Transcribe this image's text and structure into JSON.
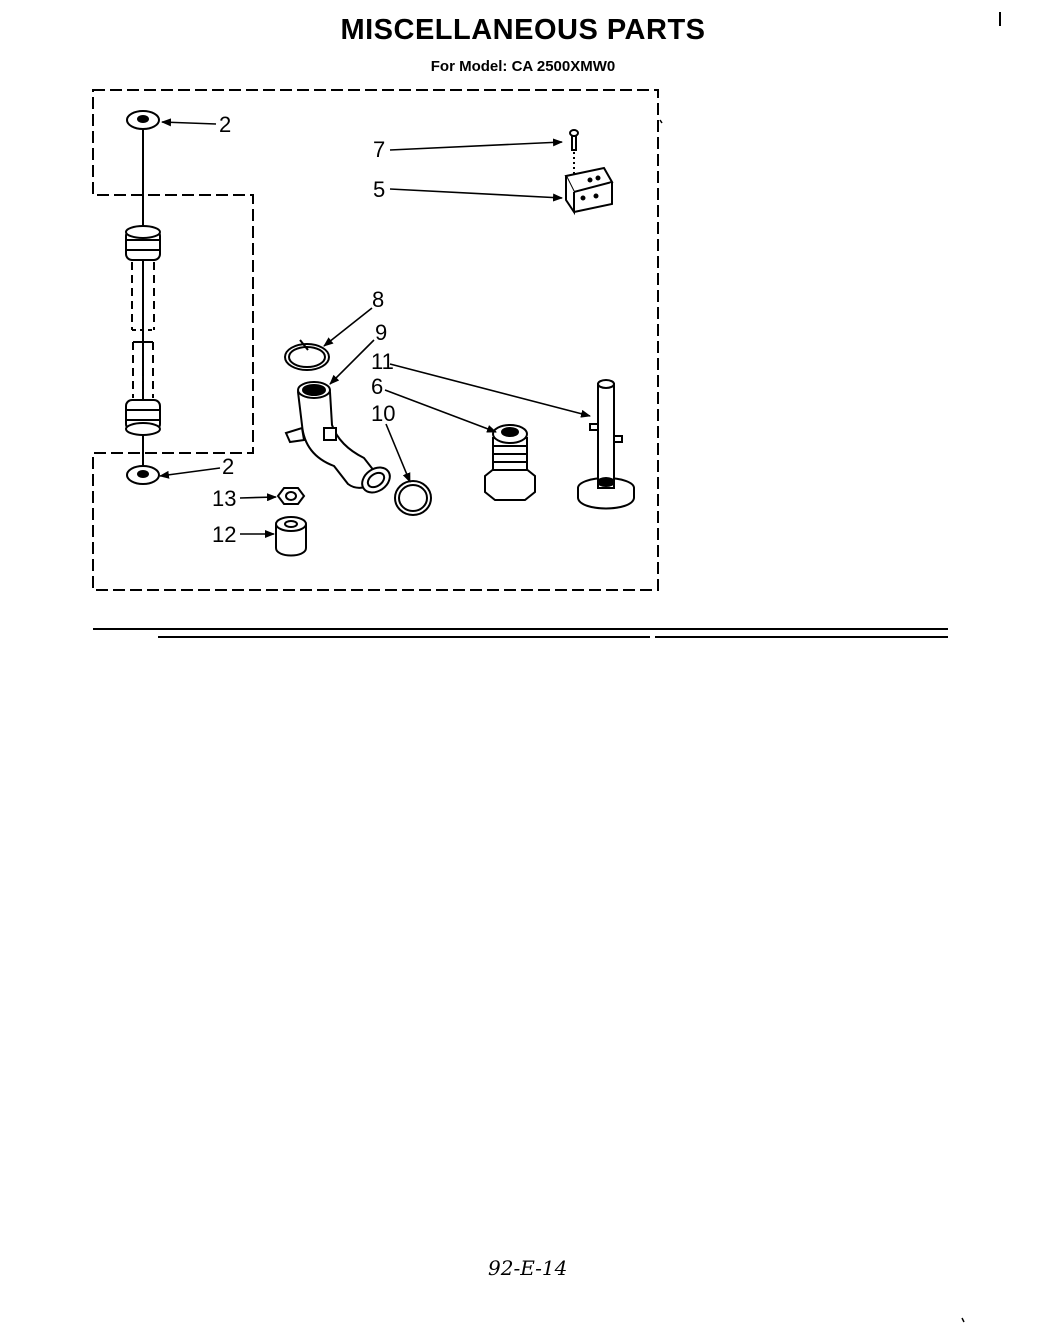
{
  "page": {
    "title": "MISCELLANEOUS PARTS",
    "subtitle": "For Model: CA 2500XMW0",
    "footer": "92-E-14"
  },
  "callouts": [
    {
      "id": "c2a",
      "label": "2"
    },
    {
      "id": "c7",
      "label": "7"
    },
    {
      "id": "c5",
      "label": "5"
    },
    {
      "id": "c8",
      "label": "8"
    },
    {
      "id": "c9",
      "label": "9"
    },
    {
      "id": "c11",
      "label": "11"
    },
    {
      "id": "c6",
      "label": "6"
    },
    {
      "id": "c10",
      "label": "10"
    },
    {
      "id": "c2b",
      "label": "2"
    },
    {
      "id": "c13",
      "label": "13"
    },
    {
      "id": "c12",
      "label": "12"
    }
  ],
  "colors": {
    "ink": "#000000",
    "paper": "#ffffff"
  }
}
